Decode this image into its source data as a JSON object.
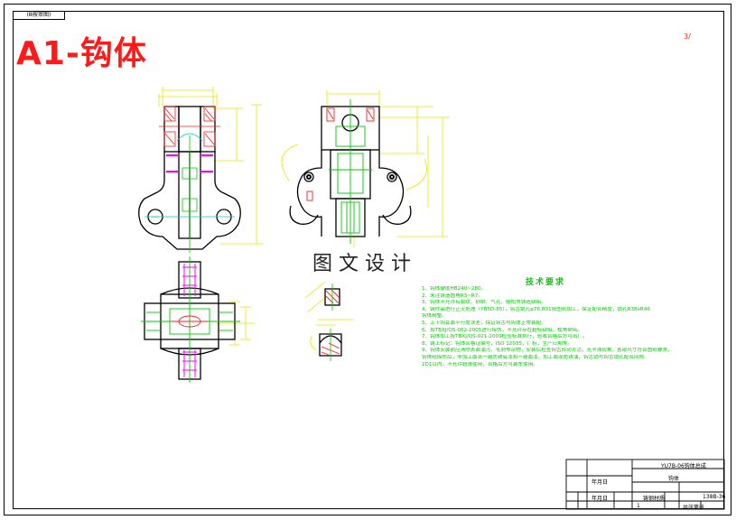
{
  "sheet": {
    "corner_label": "(Ⅲ按审图)",
    "title": "A1-钩体",
    "watermark": "图文设计",
    "ref_mark": "3/"
  },
  "tech_requirements": {
    "title": "技术要求",
    "notes": [
      "1、钩体硬度HB240~280。",
      "2、未注铸造圆角R3~R7。",
      "3、钩体不允许有裂纹、砂眼、气孔、缩松等铸造缺陷。",
      "4、铸件需进行正火处理（YB5D-85），钩舌销孔φ76,R31按图纸加工，保证配合精度，销孔R38xR46",
      "钩体精整。",
      "5、上下钩耳面平行度误差，保证钩舌与钩体正常装配。",
      "6、按TBXJ/QS-002-2005进行探伤，不允许存在超标缺陷，棱角倒钝。",
      "7、钩体加工按TBXJ/QS-021-2009检验标准执行，验收合格后方可出厂。",
      "8、铸上标记：钩体合格证编号，ISO 12035，厂标，生产日期等。",
      "9、钩体安装前应清除表面油污、毛刺等杂物，安装后检查钩舌转动灵活，无卡滞现象，各部尺寸符合图纸要求，",
      "钩体经探伤后，非加工面涂一遍防锈底漆和一遍面漆，加工面涂防锈油，钩舌销与钩舌销孔配合间隙",
      "2D1以内，不允许超限使用，合格后方可装车使用。"
    ]
  },
  "title_block": {
    "drawing_name": "YU7B-06钩体总成",
    "part_name": "钩体",
    "row_date_1": "年月日",
    "row_date_2": "年月日",
    "material": "铸钢材质",
    "drawing_no": "138B-36",
    "qty": "1",
    "scale_label": "共张第张"
  }
}
